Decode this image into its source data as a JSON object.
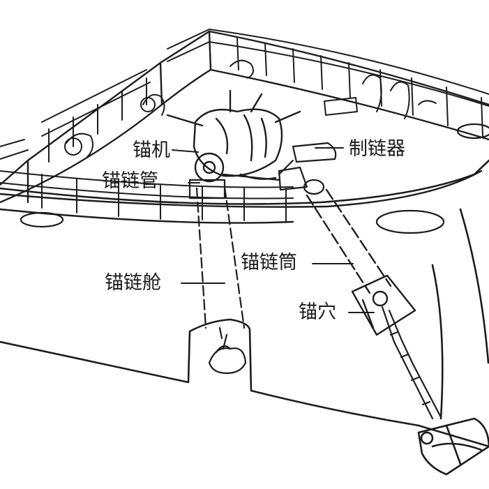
{
  "labels": {
    "windlass": "锚机",
    "hawse_pipe_deck": "锚链管",
    "chain_stopper": "制链器",
    "chain_locker": "锚链舱",
    "hawse_pipe": "锚链筒",
    "anchor_pocket": "锚穴"
  },
  "colors": {
    "ink": "#1c1c1c",
    "background": "#ffffff"
  }
}
